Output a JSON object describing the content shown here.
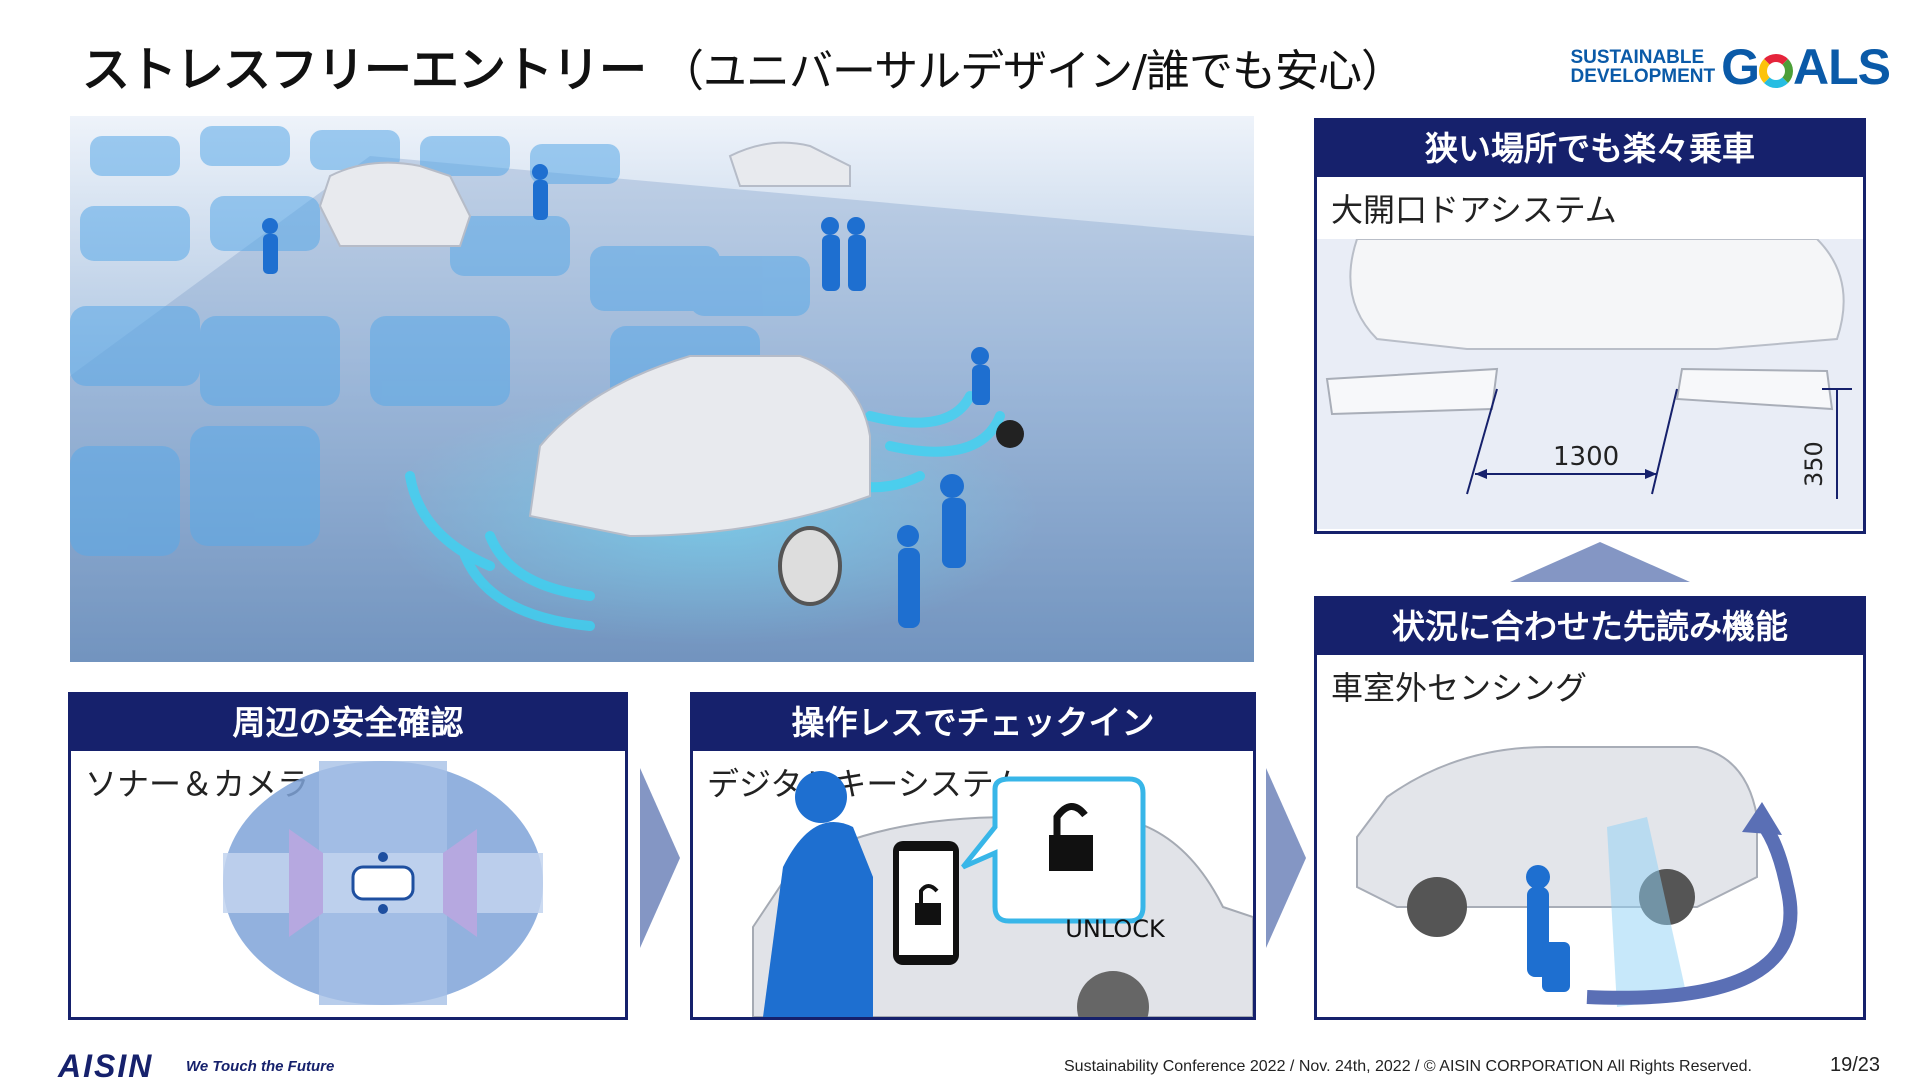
{
  "title": {
    "main": "ストレスフリーエントリー",
    "sub": "（ユニバーサルデザイン/誰でも安心）"
  },
  "sdgs": {
    "line1": "SUSTAINABLE",
    "line2": "DEVELOPMENT",
    "goals_g": "G",
    "goals_rest": "ALS"
  },
  "panels": {
    "door": {
      "header": "狭い場所でも楽々乗車",
      "label": "大開口ドアシステム",
      "dim_width": "1300",
      "dim_height": "350"
    },
    "predict": {
      "header": "状況に合わせた先読み機能",
      "label": "車室外センシング"
    },
    "safety": {
      "header": "周辺の安全確認",
      "label": "ソナー＆カメラ"
    },
    "checkin": {
      "header": "操作レスでチェックイン",
      "label": "デジタルキーシステム",
      "unlock": "UNLOCK"
    }
  },
  "footer": {
    "logo": "AISIN",
    "tagline": "We Touch the Future",
    "copyright": "Sustainability Conference 2022 / Nov. 24th, 2022 / © AISIN CORPORATION All Rights Reserved.",
    "page": "19/23"
  },
  "colors": {
    "navy": "#16216c",
    "accent_blue": "#1e6fd0",
    "cyan": "#38d6f5"
  }
}
